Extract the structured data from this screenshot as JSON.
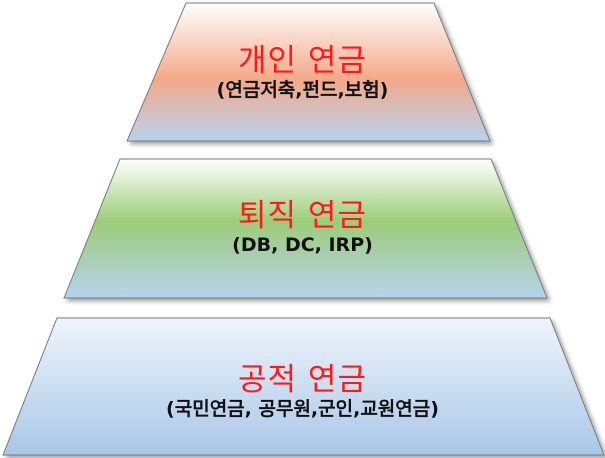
{
  "tiers": [
    {
      "title": "개인 연금",
      "subtitle": "(연금저축,펀드,보험)",
      "top_color": "#f3a98a",
      "bottom_color": "#b7d3ee"
    },
    {
      "title": "퇴직 연금",
      "subtitle": "(DB, DC, IRP)",
      "top_color": "#9ccc78",
      "bottom_color": "#b7d3ee"
    },
    {
      "title": "공적 연금",
      "subtitle": "(국민연금, 공무원,군인,교원연금)",
      "top_color": "#dfeaf6",
      "bottom_color": "#aecbea"
    }
  ],
  "colors": {
    "title_text": "#ff1a1a",
    "subtitle_text": "#111111",
    "outline": "#7a7a7a"
  }
}
